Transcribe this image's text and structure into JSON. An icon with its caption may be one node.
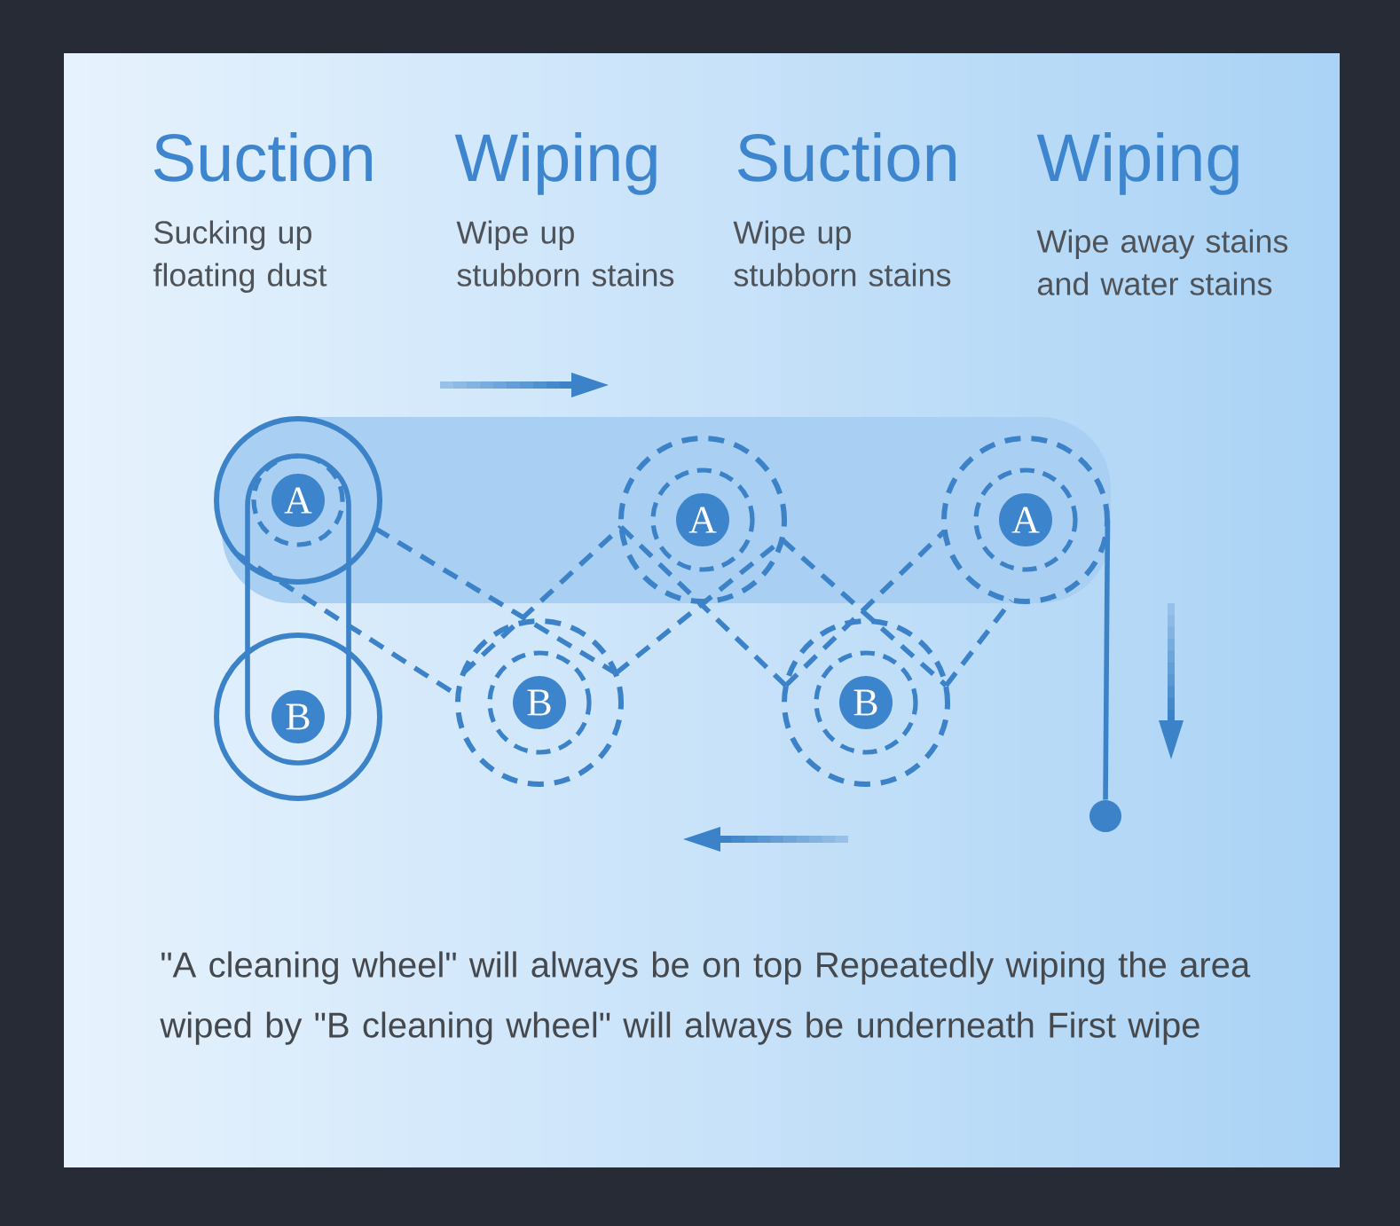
{
  "diagram": {
    "nodes": [
      {
        "text": [
          "A"
        ]
      },
      {
        "text": [
          "B"
        ]
      },
      {
        "text": [
          "B"
        ]
      },
      {
        "text": [
          "A"
        ]
      },
      {
        "text": [
          "B"
        ]
      },
      {
        "text": [
          "A"
        ]
      },
      {
        "text": [],
        "shape": "circle"
      }
    ],
    "edges": [
      {
        "from": 0,
        "to": 1,
        "arrow": "none"
      },
      {
        "from": 0,
        "to": 2,
        "arrow": "none",
        "style": "dashed"
      },
      {
        "from": 0,
        "to": 2,
        "arrow": "none",
        "style": "dashed"
      },
      {
        "from": 2,
        "to": 3,
        "arrow": "none",
        "style": "dashed"
      },
      {
        "from": 2,
        "to": 3,
        "arrow": "none",
        "style": "dashed"
      },
      {
        "from": 3,
        "to": 4,
        "arrow": "none",
        "style": "dashed"
      },
      {
        "from": 3,
        "to": 4,
        "arrow": "none",
        "style": "dashed"
      },
      {
        "from": 4,
        "to": 5,
        "arrow": "none",
        "style": "dashed"
      },
      {
        "from": 4,
        "to": 5,
        "arrow": "none",
        "style": "dashed"
      },
      {
        "from": 5,
        "to": 6,
        "arrow": "none"
      }
    ],
    "labels": [
      "Suction",
      "Sucking up floating dust",
      "Wiping",
      "Wipe up stubborn stains",
      "Suction",
      "Wipe up stubborn stains",
      "Wiping",
      "Wipe away stains and water stains"
    ],
    "caption": "\"A cleaning wheel\" will always be on top Repeatedly wiping the area wiped by \"B cleaning wheel\" will always be underneath First wipe"
  }
}
